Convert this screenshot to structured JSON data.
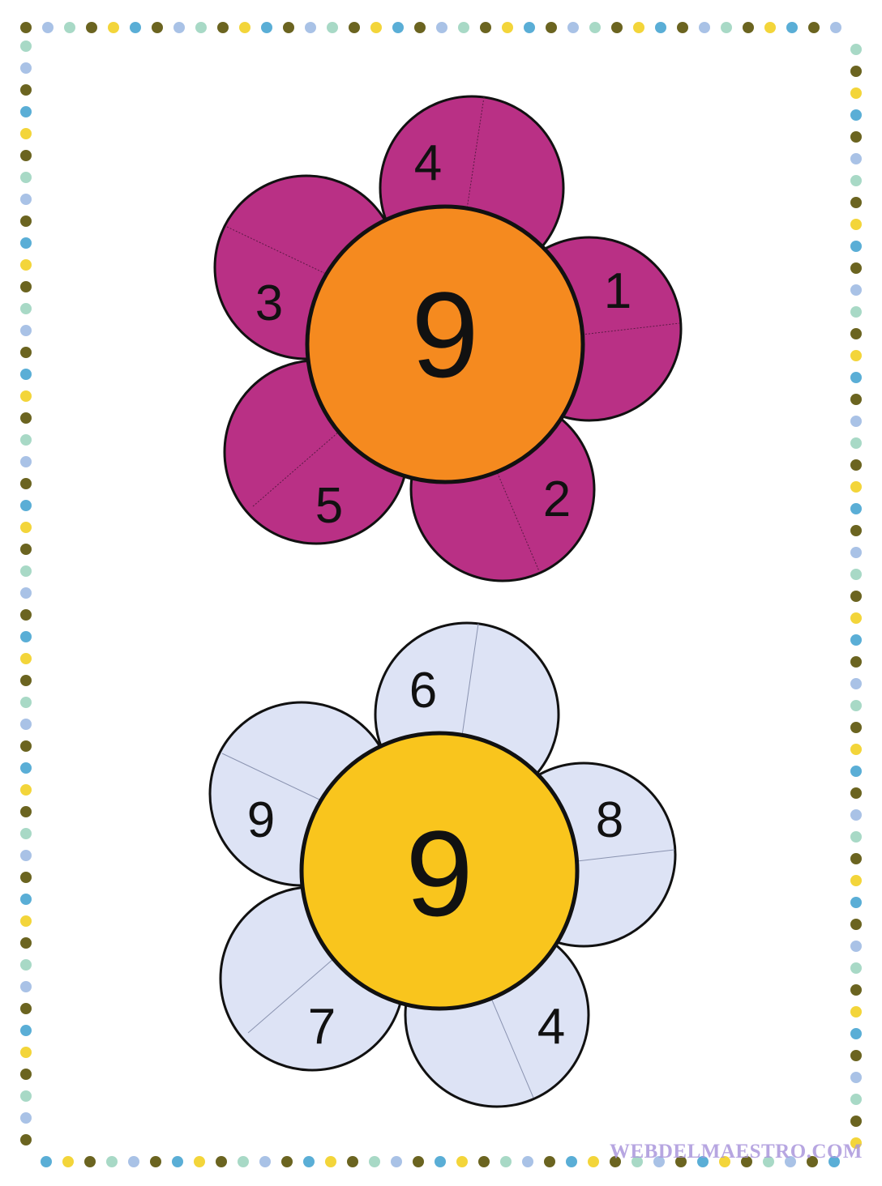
{
  "colors": {
    "dots": [
      "#6b6420",
      "#a9c2e6",
      "#a8d9c6",
      "#6b6420",
      "#f3d53a",
      "#5aaed6"
    ],
    "flower1_petal": "#B93085",
    "flower1_center": "#F58A1F",
    "flower2_petal": "#DDE3F5",
    "flower2_center": "#F9C51D"
  },
  "flowers": [
    {
      "center_number": "9",
      "petal_numbers": [
        "4",
        "1",
        "2",
        "5",
        "3"
      ]
    },
    {
      "center_number": "9",
      "petal_numbers": [
        "6",
        "8",
        "4",
        "7",
        "9"
      ]
    }
  ],
  "watermark": "WEBDELMAESTRO.COM"
}
